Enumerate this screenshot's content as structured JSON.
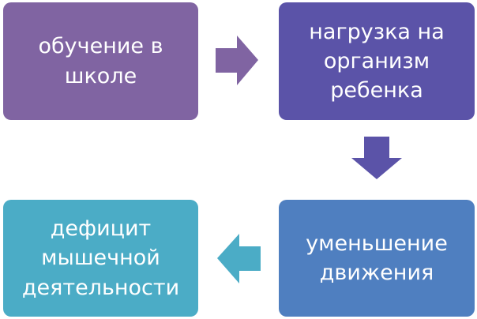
{
  "diagram": {
    "colors": {
      "node_1": "#8064a2",
      "node_2": "#5b53a8",
      "node_3": "#4f7fc0",
      "node_4": "#4bacc6",
      "arrow_right": "#8064a2",
      "arrow_down": "#5b53a8",
      "arrow_left": "#4bacc6"
    },
    "nodes": [
      {
        "label": "обучение в\nшколе"
      },
      {
        "label": "нагрузка на\nорганизм\nребенка"
      },
      {
        "label": "уменьшение\nдвижения"
      },
      {
        "label": "дефицит\nмышечной\nдеятельности"
      }
    ],
    "arrows": [
      {
        "icon": "arrow-right-icon"
      },
      {
        "icon": "arrow-down-icon"
      },
      {
        "icon": "arrow-left-icon"
      }
    ]
  }
}
